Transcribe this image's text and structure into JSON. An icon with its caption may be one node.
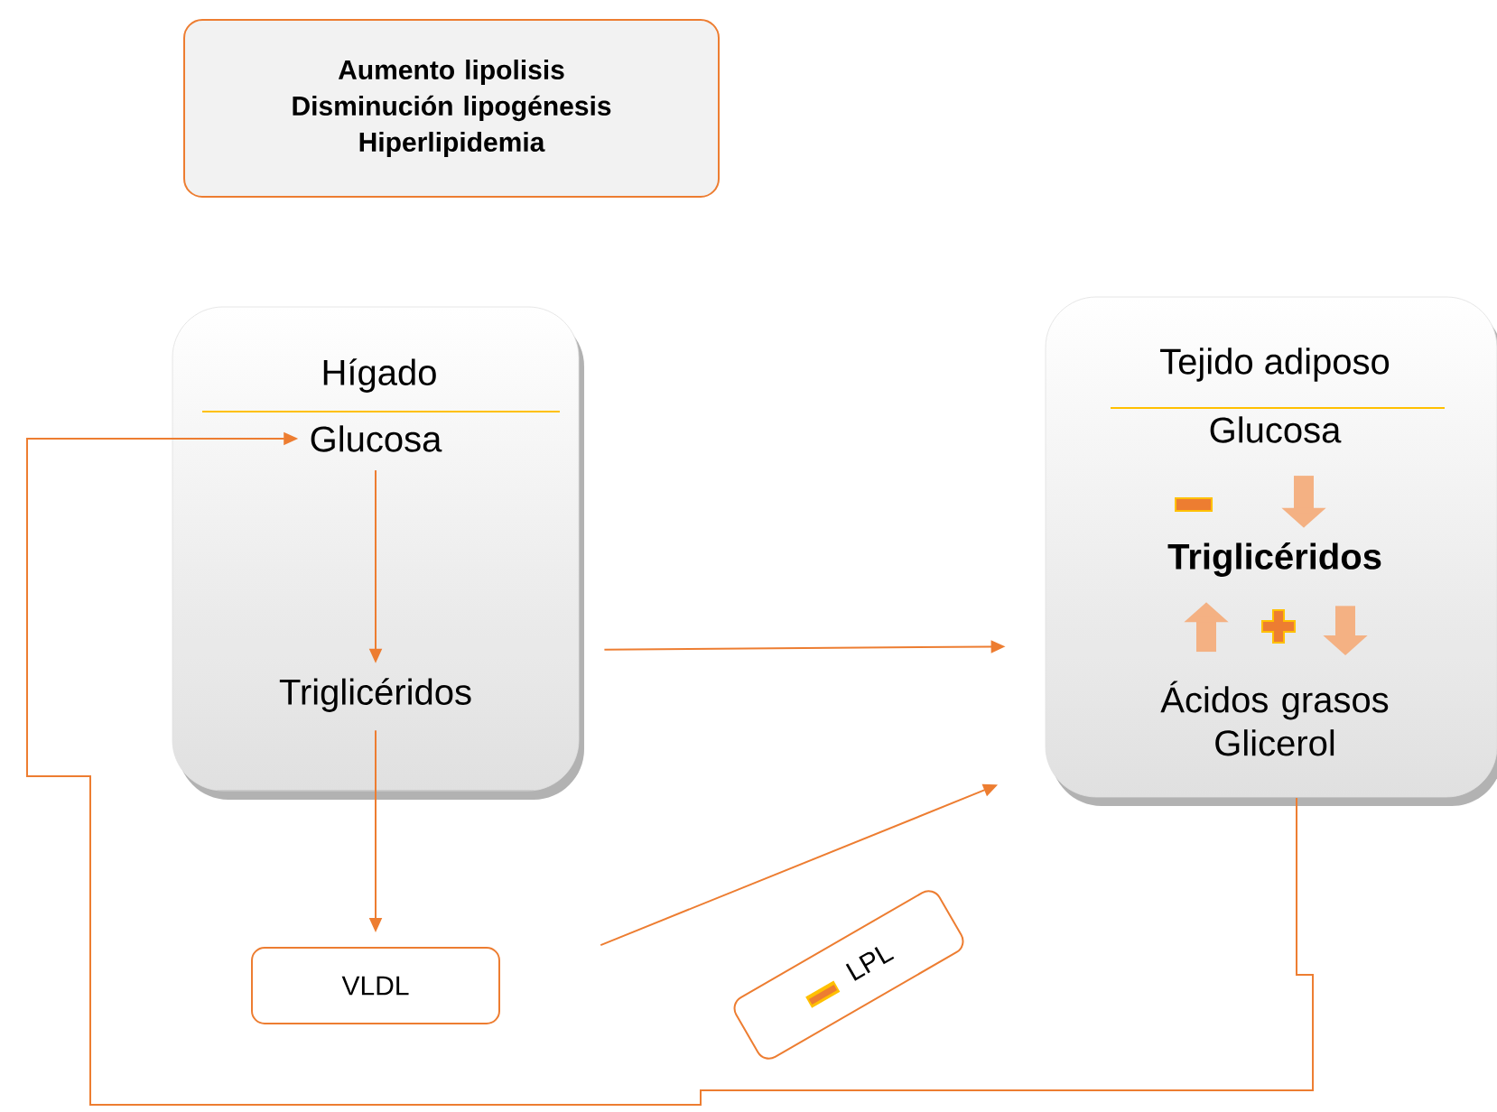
{
  "diagram": {
    "nodes": [
      {
        "text": [
          "Aumento lipolisis Disminución lipogénesis Hiperlipidemia"
        ]
      },
      {
        "text": [
          "Hígado"
        ]
      },
      {
        "text": [
          "Glucosa"
        ],
        "in": 1
      },
      {
        "text": [
          "Triglicéridos"
        ],
        "in": 1
      },
      {
        "text": [
          "VLDL"
        ]
      },
      {
        "text": [
          "LPL"
        ]
      },
      {
        "text": [
          "Tejido adiposo"
        ]
      },
      {
        "text": [
          "Glucosa"
        ],
        "in": 6
      },
      {
        "text": [
          "Triglicéridos"
        ],
        "in": 6
      },
      {
        "text": [
          "Ácidos grasos Glicerol"
        ],
        "in": 6
      }
    ],
    "edges": [
      {
        "from": 2,
        "to": 3,
        "arrow": "to"
      },
      {
        "from": 3,
        "to": 4,
        "arrow": "to"
      },
      {
        "from": 1,
        "to": 6,
        "arrow": "to"
      },
      {
        "from": 4,
        "to": 6,
        "arrow": "to"
      },
      {
        "from": 6,
        "to": 2,
        "arrow": "to"
      },
      {
        "from": 7,
        "to": 8,
        "arrow": "to",
        "style": "thick",
        "color": "#f4b183"
      },
      {
        "from": 9,
        "to": 8,
        "arrow": "to",
        "style": "thick",
        "color": "#f4b183"
      },
      {
        "from": 8,
        "to": 9,
        "arrow": "to",
        "style": "thick",
        "color": "#f4b183"
      }
    ]
  }
}
